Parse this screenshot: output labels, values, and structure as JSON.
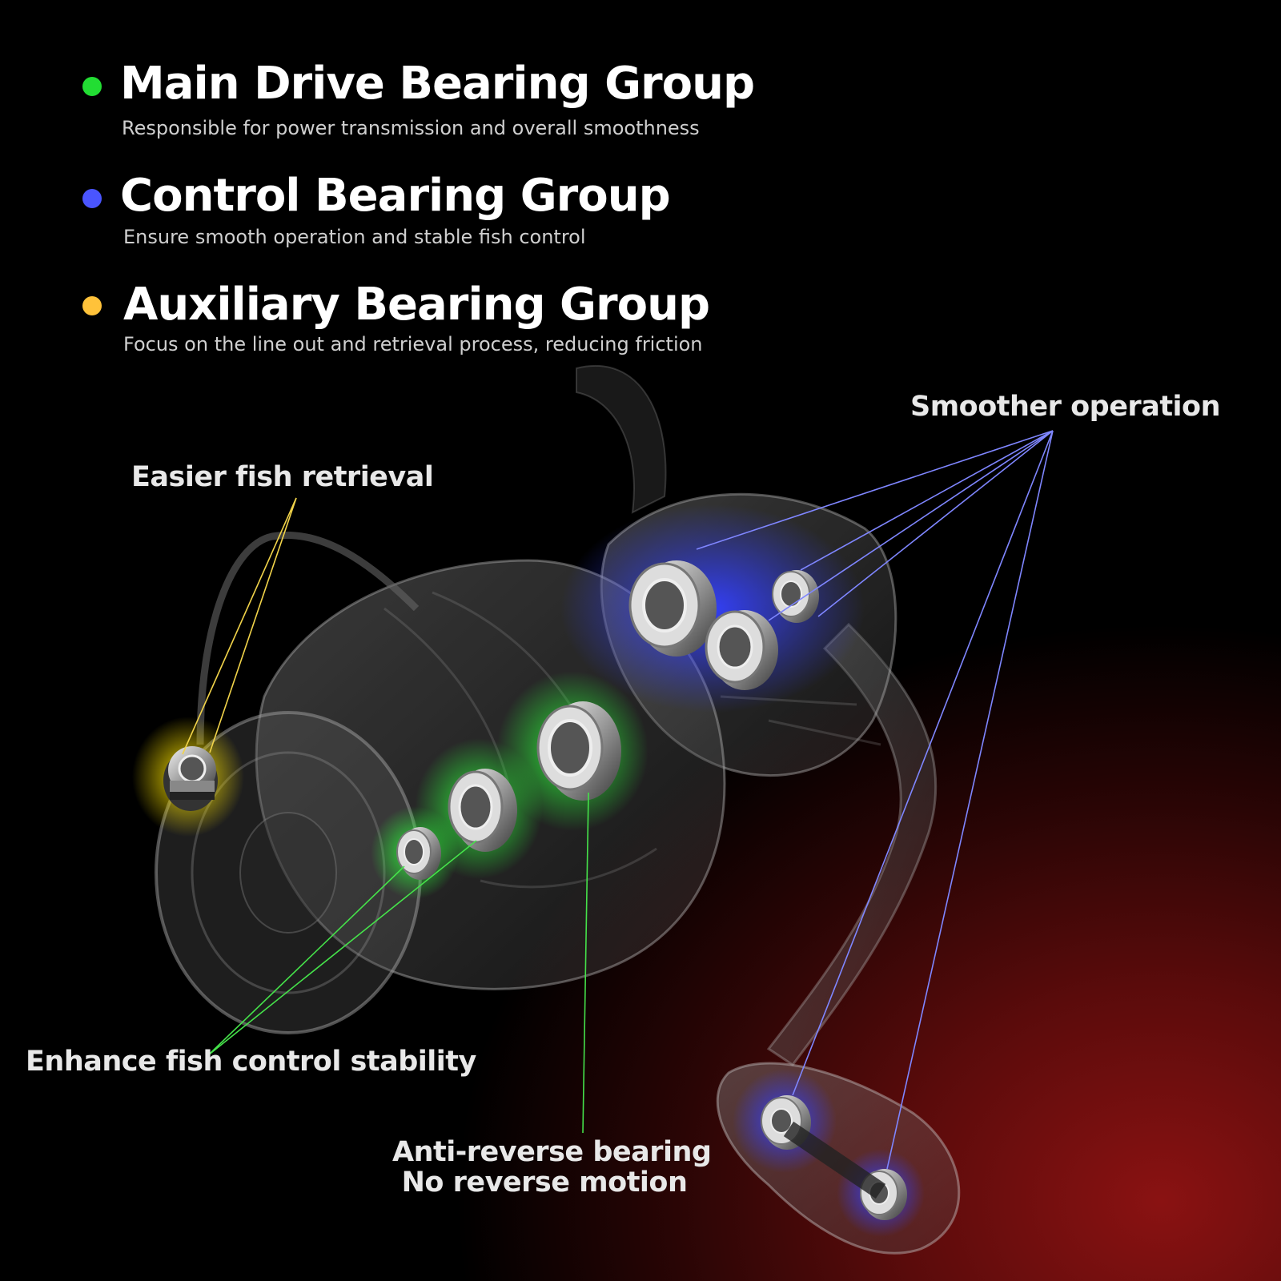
{
  "legend": [
    {
      "title": "Main Drive Bearing Group",
      "subtitle": "Responsible for power transmission and overall smoothness",
      "color": "#22dd33"
    },
    {
      "title": "Control Bearing Group",
      "subtitle": "Ensure smooth operation and stable fish control",
      "color": "#4a55ff"
    },
    {
      "title": "Auxiliary Bearing Group",
      "subtitle": "Focus on the line out and retrieval process, reducing friction",
      "color": "#ffc23a"
    }
  ],
  "callouts": {
    "smoother": "Smoother operation",
    "easier": "Easier fish retrieval",
    "enhance": "Enhance fish control stability",
    "anti_reverse_line1": "Anti-reverse bearing",
    "anti_reverse_line2": "No reverse motion"
  },
  "colors": {
    "main_drive": "#22dd33",
    "control": "#4a55ff",
    "auxiliary": "#ffc23a",
    "leader_blue": "#7f86ff",
    "leader_green": "#45e24a",
    "leader_yellow": "#f2d44a"
  }
}
